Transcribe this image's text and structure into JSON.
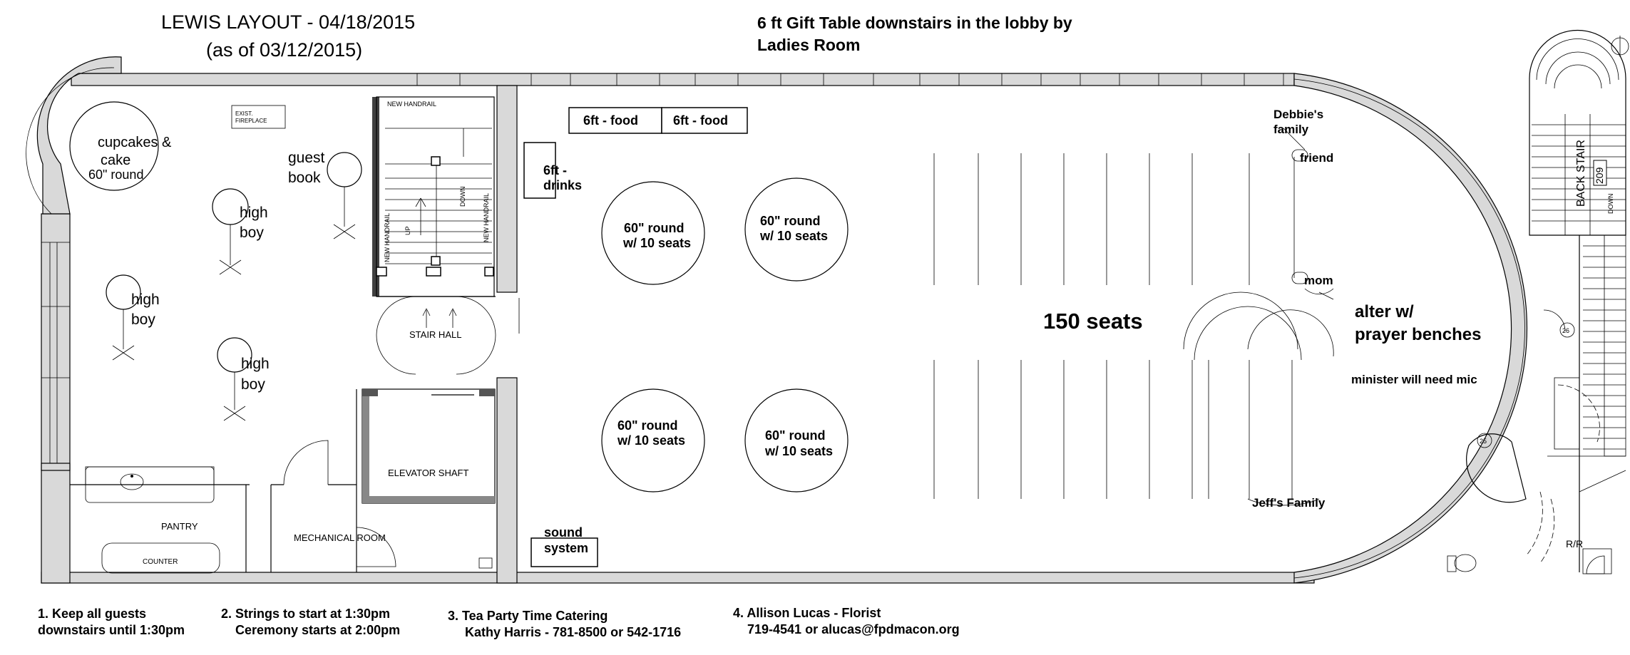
{
  "header": {
    "title_line1": "LEWIS LAYOUT - 04/18/2015",
    "title_line2": "(as of 03/12/2015)",
    "gift_line1": "6 ft Gift Table downstairs in the lobby by",
    "gift_line2": "Ladies Room"
  },
  "architectural_labels": {
    "exist_fireplace_1": "EXIST.",
    "exist_fireplace_2": "FIREPLACE",
    "new_handrail_top": "NEW HANDRAIL",
    "new_handrail_left": "NEW HANDRAIL",
    "new_handrail_right": "NEW HANDRAIL",
    "up": "UP",
    "down": "DOWN",
    "stair_hall": "STAIR HALL",
    "elevator_shaft": "ELEVATOR SHAFT",
    "mechanical_room": "MECHANICAL ROOM",
    "pantry": "PANTRY",
    "counter": "COUNTER",
    "back_stair": "BACK STAIR",
    "back_stair_num": "209",
    "back_down": "DOWN",
    "rr": "R/R",
    "marker_26": "26",
    "marker_25": "25"
  },
  "room_labels": {
    "cupcakes_1": "cupcakes &",
    "cupcakes_2": "cake",
    "cupcakes_3": "60\" round",
    "guest_1": "guest",
    "guest_2": "book",
    "highboy_a1": "high",
    "highboy_a2": "boy",
    "highboy_b1": "high",
    "highboy_b2": "boy",
    "highboy_c1": "high",
    "highboy_c2": "boy",
    "food1": "6ft - food",
    "food2": "6ft - food",
    "drinks_1": "6ft -",
    "drinks_2": "drinks",
    "table1_1": "60\" round",
    "table1_2": "w/ 10 seats",
    "table2_1": "60\" round",
    "table2_2": "w/ 10 seats",
    "table3_1": "60\" round",
    "table3_2": "w/ 10 seats",
    "table4_1": "60\" round",
    "table4_2": "w/ 10 seats",
    "sound_1": "sound",
    "sound_2": "system",
    "seats": "150 seats",
    "debbie_1": "Debbie's",
    "debbie_2": "family",
    "friend": "friend",
    "mom": "mom",
    "alter_1": "alter w/",
    "alter_2": "prayer benches",
    "minister": "minister will need mic",
    "jeff": "Jeff's Family"
  },
  "notes": {
    "n1_line1": "1. Keep all guests",
    "n1_line2": "downstairs until 1:30pm",
    "n2_line1": "2. Strings to start at 1:30pm",
    "n2_line2": "Ceremony starts  at 2:00pm",
    "n3_line1": "3. Tea Party Time Catering",
    "n3_line2": "Kathy Harris - 781-8500 or 542-1716",
    "n4_line1": "4. Allison Lucas - Florist",
    "n4_line2": "719-4541 or alucas@fpdmacon.org"
  }
}
